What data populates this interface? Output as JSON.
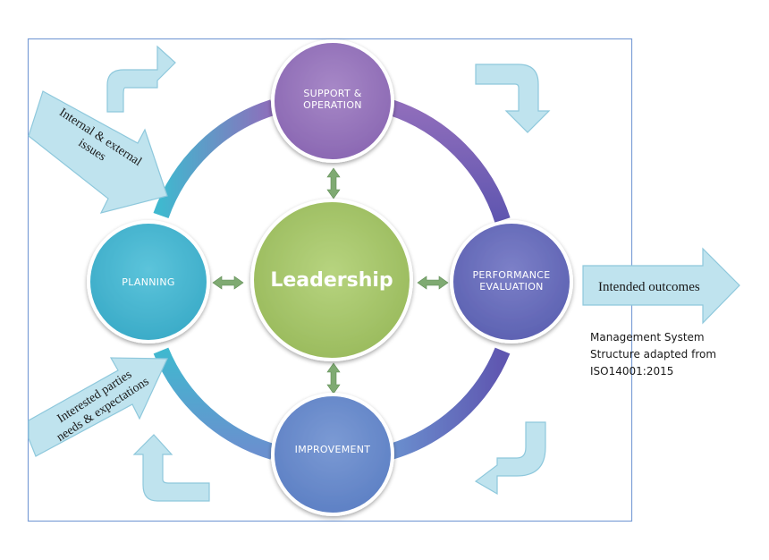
{
  "diagram": {
    "nodes": {
      "support": {
        "line1": "SUPPORT &",
        "line2": "OPERATION"
      },
      "planning": {
        "label": "PLANNING"
      },
      "performance": {
        "line1": "PERFORMANCE",
        "line2": "EVALUATION"
      },
      "improvement": {
        "label": "IMPROVEMENT"
      },
      "center": {
        "label": "Leadership"
      }
    },
    "inputs": {
      "internal_external": {
        "line1": "Internal & external",
        "line2": "issues"
      },
      "interested_parties": {
        "line1": "Interested parties",
        "line2": "needs & expectations"
      }
    },
    "output": {
      "label": "Intended outcomes"
    },
    "caption": {
      "line1": "Management System",
      "line2": "Structure adapted from",
      "line3": "ISO14001:2015"
    },
    "colors": {
      "frame": "#7b9ed6",
      "cycle_arrow_fill": "#bfe3ee",
      "cycle_arrow_stroke": "#8ec8dc",
      "double_arrow": "#7faa72",
      "support": "#9a78bd",
      "planning": "#4ab8d2",
      "performance": "#6a6fbd",
      "improvement": "#6b8ccc",
      "center": "#a5c46a",
      "node_border": "#ffffff"
    },
    "icons": {
      "cycle_arrows": "curved-arrow-icon",
      "node_links": "double-arrow-icon",
      "output": "block-arrow-right-icon"
    }
  }
}
